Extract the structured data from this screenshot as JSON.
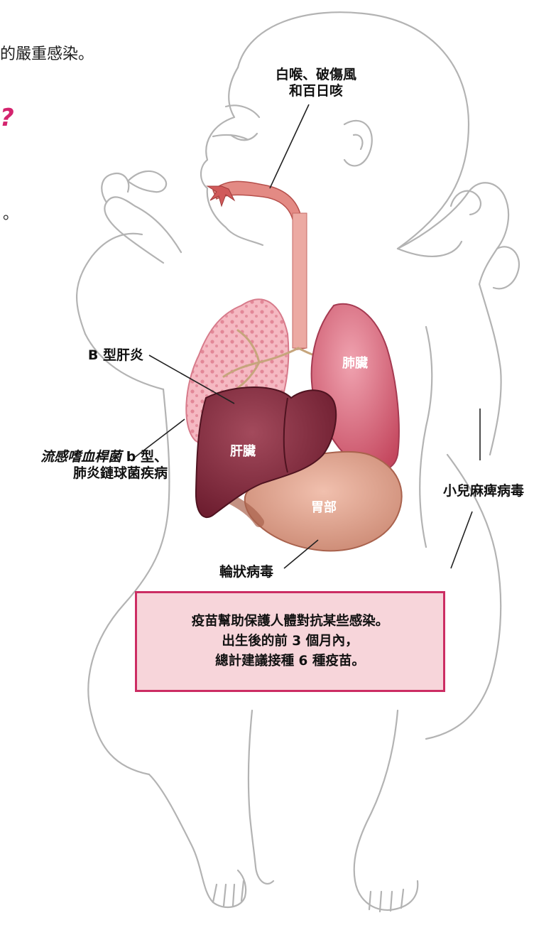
{
  "intro": {
    "line1": "的嚴重感染。",
    "line2": "?",
    "line3": "。"
  },
  "labels": {
    "throat": [
      "白喉、破傷風",
      "和百日咳"
    ],
    "hepatitis_b": "B 型肝炎",
    "hib_italic": "流感嗜血桿菌",
    "hib_rest": " b 型、",
    "pneumococcal": "肺炎鏈球菌疾病",
    "polio": "小兒麻痺病毒",
    "rotavirus": "輪狀病毒"
  },
  "organs": {
    "lung": "肺臟",
    "liver": "肝臟",
    "stomach": "胃部"
  },
  "note": [
    "疫苗幫助保護人體對抗某些感染。",
    "出生後的前 3 個月內，",
    "總計建議接種 6 種疫苗。"
  ],
  "colors": {
    "accent": "#d4246e",
    "box_fill": "#f7d5da",
    "box_border": "#cc2d63",
    "outline": "#b3b3b3"
  }
}
